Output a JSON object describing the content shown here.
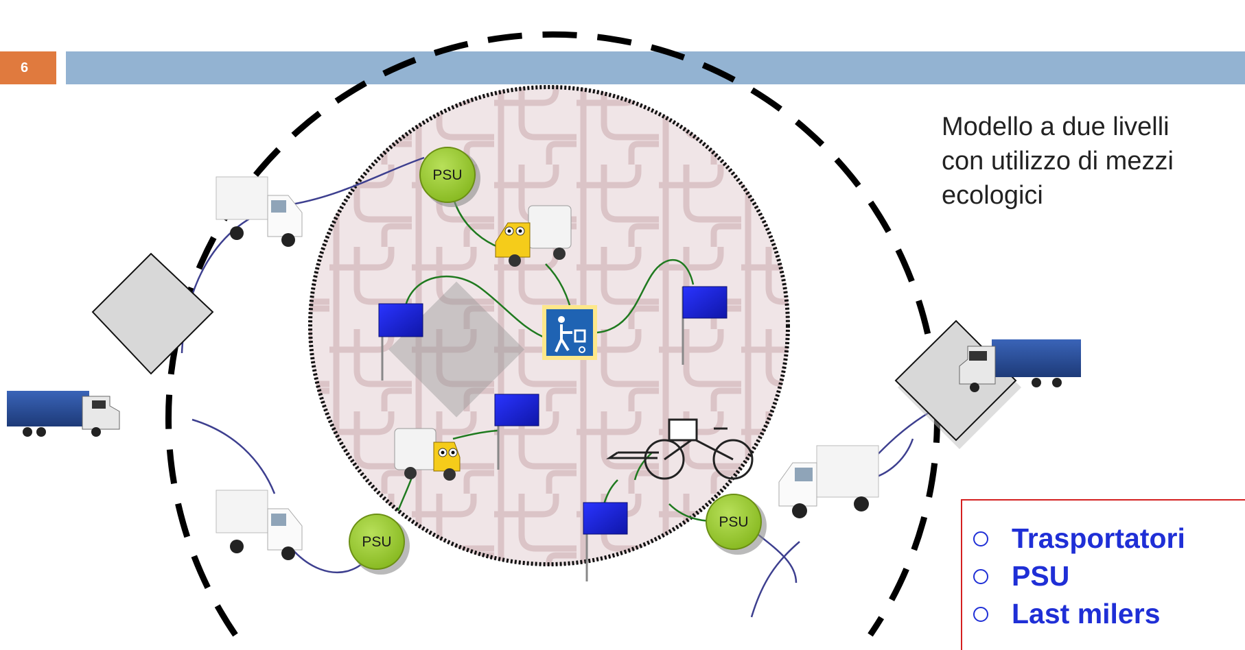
{
  "slide": {
    "number": "6"
  },
  "description": {
    "lines": [
      "Modello a due livelli",
      "con utilizzo di mezzi",
      "ecologici"
    ]
  },
  "nodes": {
    "psu_label": "PSU"
  },
  "legend": {
    "items": [
      "Trasportatori",
      "PSU",
      "Last milers"
    ]
  },
  "colors": {
    "header_bar": "#93b3d2",
    "slide_number_box": "#e07a3e",
    "psu_node": "#9ccc2c",
    "flag": "#1a22d8",
    "legend_text": "#1f2fd6",
    "legend_border": "#d42020",
    "outer_link": "#3d3f8f",
    "inner_link": "#1f7a1f"
  },
  "icons": {
    "delivery_van": "box-truck-icon",
    "semi_truck": "semi-truck-icon",
    "eco_van": "cartoon-van-icon",
    "cargo_bike": "cargo-tricycle-icon",
    "hand_trolley_sign": "hand-trolley-sign-icon",
    "destination_flag": "flag-icon",
    "distribution_center": "diamond-node-icon"
  }
}
